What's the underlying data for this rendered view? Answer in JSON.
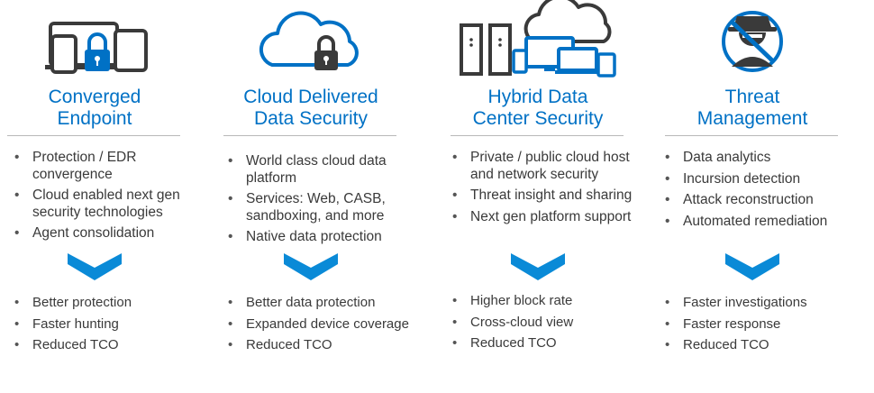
{
  "colors": {
    "accent": "#0071c5",
    "chevron": "#0a8ad7",
    "text": "#3a3a3a",
    "rule": "#b9b9b9"
  },
  "columns": [
    {
      "icon": "devices-lock-icon",
      "title_line1": "Converged",
      "title_line2": "Endpoint",
      "features": [
        "Protection / EDR convergence",
        "Cloud enabled next gen security technologies",
        "Agent consolidation"
      ],
      "outcomes": [
        "Better protection",
        "Faster hunting",
        "Reduced TCO"
      ]
    },
    {
      "icon": "cloud-lock-icon",
      "title_line1": "Cloud Delivered",
      "title_line2": "Data Security",
      "features": [
        "World class cloud data platform",
        "Services:  Web, CASB, sandboxing, and more",
        "Native data protection"
      ],
      "outcomes": [
        "Better data protection",
        "Expanded device coverage",
        "Reduced TCO"
      ]
    },
    {
      "icon": "servers-cloud-devices-icon",
      "title_line1": "Hybrid Data",
      "title_line2": "Center Security",
      "features": [
        "Private / public cloud host and network security",
        "Threat insight and sharing",
        "Next gen platform support"
      ],
      "outcomes": [
        "Higher block rate",
        "Cross-cloud view",
        "Reduced TCO"
      ]
    },
    {
      "icon": "spy-prohibited-icon",
      "title_line1": "Threat",
      "title_line2": "Management",
      "features": [
        "Data analytics",
        "Incursion detection",
        "Attack reconstruction",
        "Automated remediation"
      ],
      "outcomes": [
        "Faster investigations",
        "Faster response",
        "Reduced TCO"
      ]
    }
  ]
}
